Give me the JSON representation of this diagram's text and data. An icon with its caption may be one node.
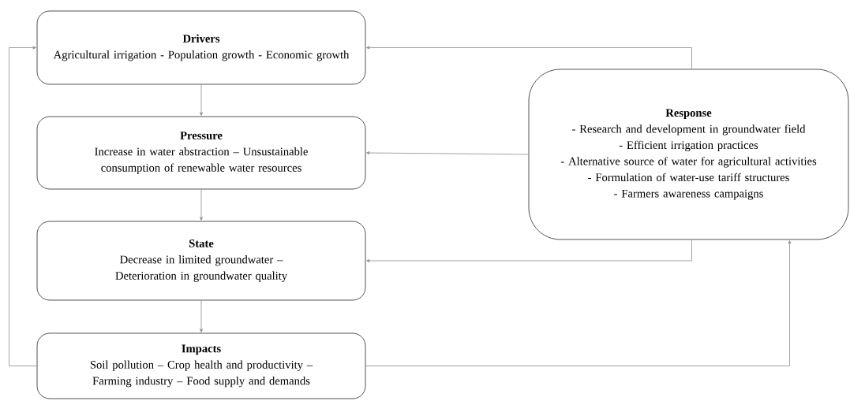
{
  "diagram": {
    "nodes": [
      {
        "text": [
          "Drivers",
          "Agricultural irrigation - Population growth - Economic growth"
        ]
      },
      {
        "text": [
          "Pressure",
          "Increase in water abstraction – Unsustainable consumption of renewable water resources"
        ]
      },
      {
        "text": [
          "State",
          "Decrease in limited groundwater – Deterioration in groundwater quality"
        ]
      },
      {
        "text": [
          "Impacts",
          "Soil pollution – Crop health and productivity – Farming industry – Food supply and demands"
        ]
      },
      {
        "text": [
          "Response",
          "- Research and development in groundwater field",
          "- Efficient irrigation practices",
          "- Alternative source of water for agricultural activities",
          "- Formulation of water-use tariff structures",
          "- Farmers awareness campaigns"
        ]
      }
    ],
    "edges": [
      {
        "from": 0,
        "to": 1,
        "arrow": "to"
      },
      {
        "from": 1,
        "to": 2,
        "arrow": "to"
      },
      {
        "from": 2,
        "to": 3,
        "arrow": "to"
      },
      {
        "from": 3,
        "to": 0,
        "arrow": "to"
      },
      {
        "from": 3,
        "to": 4,
        "arrow": "to"
      },
      {
        "from": 4,
        "to": 0,
        "arrow": "to"
      },
      {
        "from": 4,
        "to": 1,
        "arrow": "to"
      },
      {
        "from": 4,
        "to": 2,
        "arrow": "to"
      }
    ]
  }
}
